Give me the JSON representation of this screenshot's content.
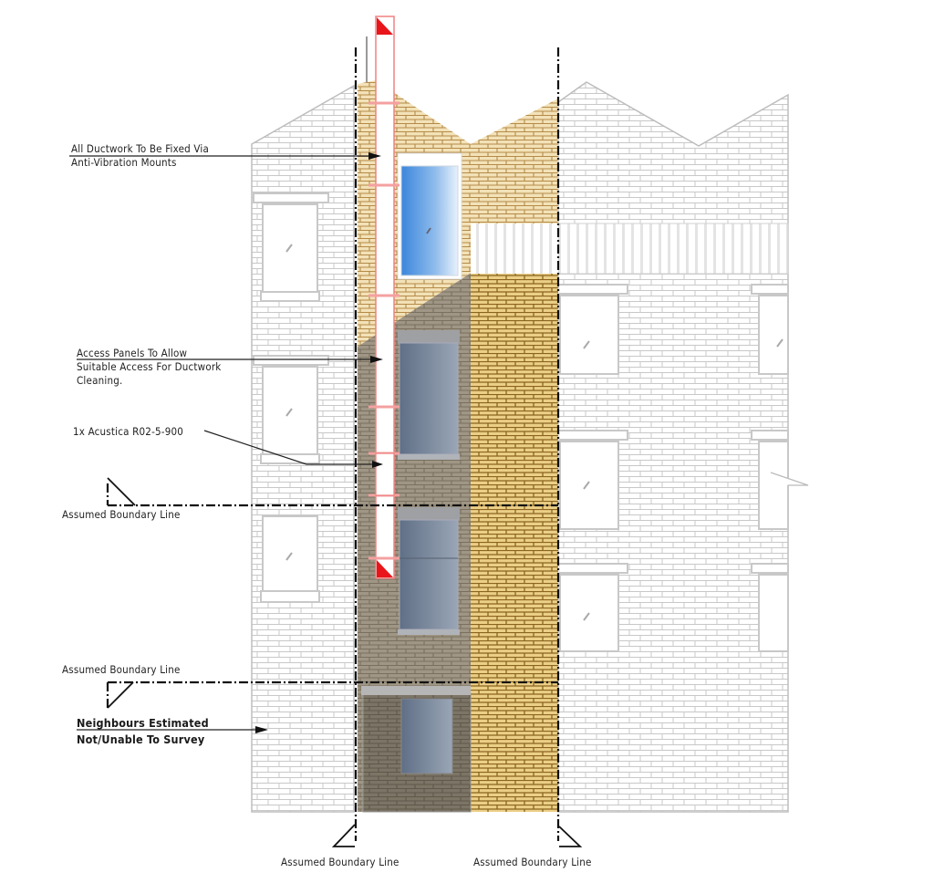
{
  "drawing": {
    "type": "building-elevation",
    "description": "Rear elevation showing duct route between assumed boundary lines",
    "colors": {
      "neighbour_brick_fill": "#ffffff",
      "neighbour_brick_line": "#c9c9c9",
      "upper_brick_fill": "#e2c58f",
      "main_brick_fill": "#d9ae5c",
      "shadow_brick_fill": "#8c8170",
      "lower_extension_fill": "#6e665a",
      "duct_outline": "#f08080",
      "duct_fill": "#ffffff",
      "duct_marker": "#e8161b",
      "glazing_blue": "#4a90e2",
      "glazing_grey": "#6b7d94",
      "boundary_line": "#111111"
    }
  },
  "annotations": {
    "ductwork_mounts": {
      "line1": "All Ductwork To Be Fixed Via",
      "line2": "Anti-Vibration Mounts"
    },
    "access_panels": {
      "line1": "Access Panels To Allow",
      "line2": "Suitable Access For Ductwork",
      "line3": "Cleaning."
    },
    "acoustic_unit": {
      "text": "1x  Acustica  R02-5-900"
    },
    "neighbours": {
      "line1": "Neighbours Estimated",
      "line2": "Not/Unable To Survey"
    }
  },
  "boundary_labels": {
    "left_upper": "Assumed Boundary Line",
    "left_lower": "Assumed Boundary Line",
    "bottom_left": "Assumed Boundary Line",
    "bottom_right": "Assumed Boundary Line"
  }
}
